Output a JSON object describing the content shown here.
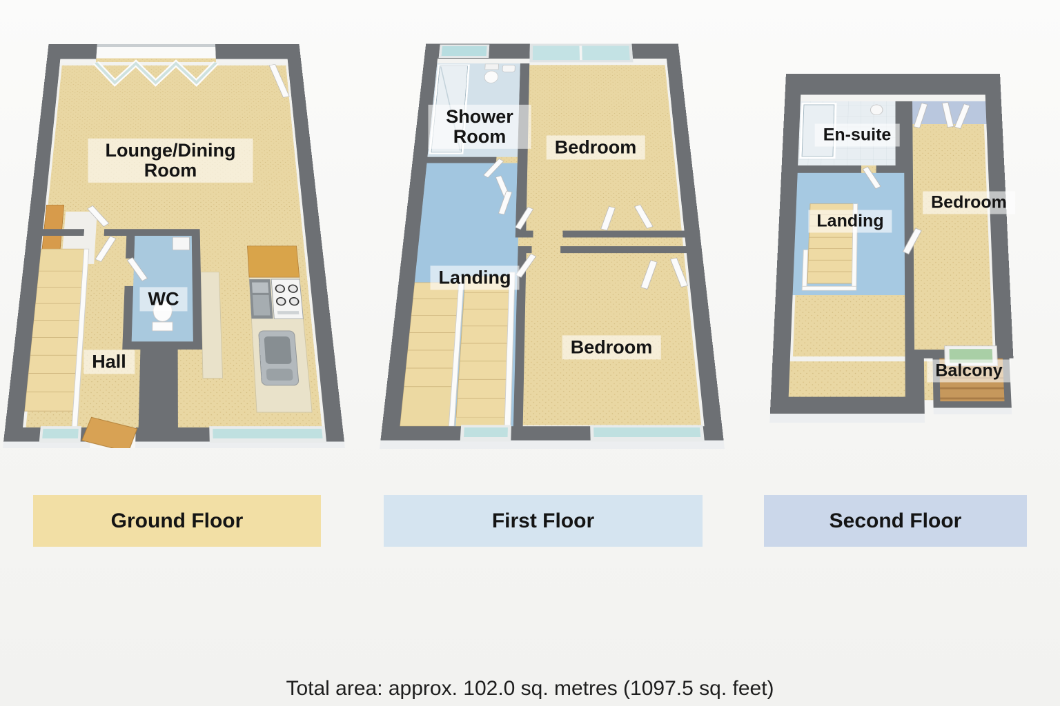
{
  "page": {
    "background": "#f5f5f3",
    "caption": "Total area: approx. 102.0 sq. metres (1097.5 sq. feet)"
  },
  "colors": {
    "wall": "#6d7074",
    "wall_inner_face": "#f3f3f1",
    "carpet_tan": "#e9d7a3",
    "stair_wood": "#eedaa4",
    "landing_blue": "#a2c6e0",
    "wc_floor_blue": "#a9c9de",
    "shower_room_floor": "#d3e1ea",
    "ensuite_tile": "#e8eef2",
    "wardrobe_wall_periwinkle": "#b9c7de",
    "balcony_wood": "#c6985c",
    "window_glass_teal": "#bfe0e0",
    "balcony_door_glass_green": "#a9cfa6",
    "kitchen_wood_cabinet": "#d9a44a",
    "front_step_wood": "#d8a254",
    "door_leaf_white": "#fbfbfb",
    "ground_bar": "#f2dfa5",
    "first_bar": "#d5e4f0",
    "second_bar": "#cbd7ea"
  },
  "floors": [
    {
      "name": "Ground Floor",
      "bar_color": "#f2dfa5",
      "rooms": [
        {
          "label": "Lounge/Dining Room"
        },
        {
          "label": "WC"
        },
        {
          "label": "Hall"
        }
      ],
      "features": [
        "bi-fold-doors",
        "staircase",
        "kitchen-hob",
        "kitchen-sink",
        "toilet",
        "front-door-step",
        "windows"
      ]
    },
    {
      "name": "First Floor",
      "bar_color": "#d5e4f0",
      "rooms": [
        {
          "label": "Shower Room"
        },
        {
          "label": "Bedroom"
        },
        {
          "label": "Landing"
        },
        {
          "label": "Bedroom"
        }
      ],
      "features": [
        "shower-enclosure",
        "toilet",
        "basin",
        "staircase",
        "wardrobe-doors",
        "windows"
      ]
    },
    {
      "name": "Second Floor",
      "bar_color": "#cbd7ea",
      "rooms": [
        {
          "label": "En-suite"
        },
        {
          "label": "Landing"
        },
        {
          "label": "Bedroom"
        },
        {
          "label": "Balcony"
        }
      ],
      "features": [
        "shower-enclosure",
        "staircase",
        "wardrobe-doors",
        "balcony-door"
      ]
    }
  ]
}
